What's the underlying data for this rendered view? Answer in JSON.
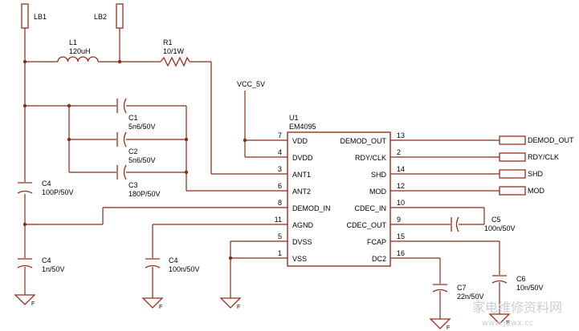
{
  "connectors_top": {
    "lb1": "LB1",
    "lb2": "LB2"
  },
  "components": {
    "l1": {
      "ref": "L1",
      "value": "120uH"
    },
    "r1": {
      "ref": "R1",
      "value": "10/1W"
    },
    "c1": {
      "ref": "C1",
      "value": "5n6/50V"
    },
    "c2": {
      "ref": "C2",
      "value": "5n6/50V"
    },
    "c3": {
      "ref": "C3",
      "value": "180P/50V"
    },
    "c4a": {
      "ref": "C4",
      "value": "100P/50V"
    },
    "c4b": {
      "ref": "C4",
      "value": "1n/50V"
    },
    "c4c": {
      "ref": "C4",
      "value": "100n/50V"
    },
    "c5": {
      "ref": "C5",
      "value": "100n/50V"
    },
    "c6": {
      "ref": "C6",
      "value": "10n/50V"
    },
    "c7": {
      "ref": "C7",
      "value": "22n/50V"
    }
  },
  "vcc": "VCC_5V",
  "ic": {
    "ref": "U1",
    "part": "EM4095",
    "left_pins": [
      {
        "num": "7",
        "name": "VDD"
      },
      {
        "num": "4",
        "name": "DVDD"
      },
      {
        "num": "3",
        "name": "ANT1"
      },
      {
        "num": "6",
        "name": "ANT2"
      },
      {
        "num": "8",
        "name": "DEMOD_IN"
      },
      {
        "num": "11",
        "name": "AGND"
      },
      {
        "num": "5",
        "name": "DVSS"
      },
      {
        "num": "1",
        "name": "VSS"
      }
    ],
    "right_pins": [
      {
        "num": "13",
        "name": "DEMOD_OUT"
      },
      {
        "num": "2",
        "name": "RDY/CLK"
      },
      {
        "num": "14",
        "name": "SHD"
      },
      {
        "num": "12",
        "name": "MOD"
      },
      {
        "num": "10",
        "name": "CDEC_IN"
      },
      {
        "num": "9",
        "name": "CDEC_OUT"
      },
      {
        "num": "15",
        "name": "FCAP"
      },
      {
        "num": "16",
        "name": "DC2"
      }
    ]
  },
  "outputs": [
    "DEMOD_OUT",
    "RDY/CLK",
    "SHD",
    "MOD"
  ],
  "ground_mark": "F",
  "watermark": {
    "text": "家电维修资料网",
    "url": "www.jdwx.cc"
  },
  "colors": {
    "wire": "#8a2a1a",
    "component": "#9b2d1c",
    "text": "#000000"
  }
}
